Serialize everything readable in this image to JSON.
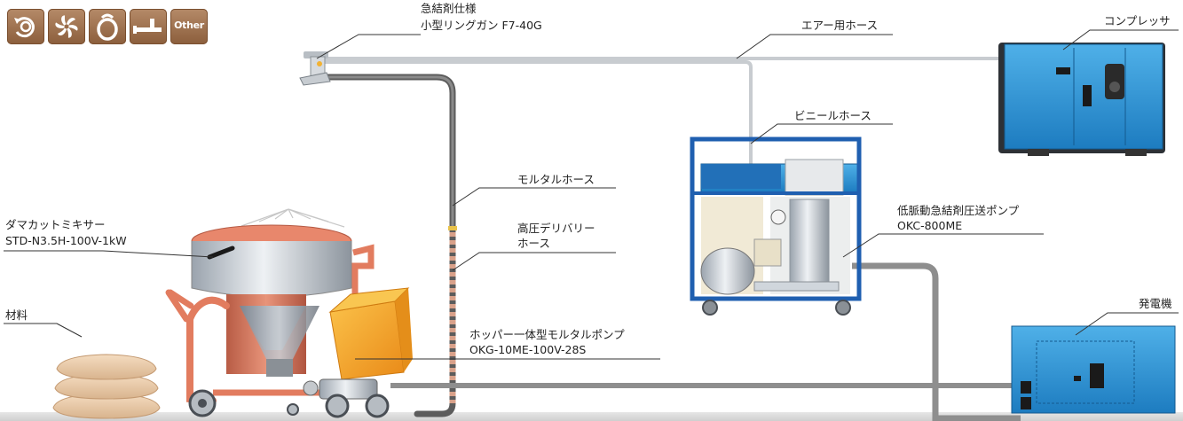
{
  "tabs": [
    {
      "name": "rotary-pump-icon"
    },
    {
      "name": "fan-icon"
    },
    {
      "name": "hose-coil-icon"
    },
    {
      "name": "spray-gun-icon"
    },
    {
      "name": "other-tab",
      "label": "Other"
    }
  ],
  "labels": {
    "gun_line1": "急結剤仕様",
    "gun_line2": "小型リングガン F7-40G",
    "air_hose": "エアー用ホース",
    "compressor": "コンプレッサ",
    "vinyl_hose": "ビニールホース",
    "mortar_hose": "モルタルホース",
    "high_pressure_line1": "高圧デリバリー",
    "high_pressure_line2": "ホース",
    "mixer_line1": "ダマカットミキサー",
    "mixer_line2": "STD-N3.5H-100V-1kW",
    "accel_pump_line1": "低脈動急結剤圧送ポンプ",
    "accel_pump_line2": "OKC-800ME",
    "material": "材料",
    "hopper_pump_line1": "ホッパー一体型モルタルポンプ",
    "hopper_pump_line2": "OKG-10ME-100V-28S",
    "generator": "発電機"
  },
  "colors": {
    "tab_brown": "#9a6b48",
    "machine_blue": "#2a8fd0",
    "mixer_copper": "#d9826a",
    "hopper_orange": "#f3a22a",
    "hose_grey": "#8e8e8e",
    "frame_blue": "#1f5fb0"
  }
}
